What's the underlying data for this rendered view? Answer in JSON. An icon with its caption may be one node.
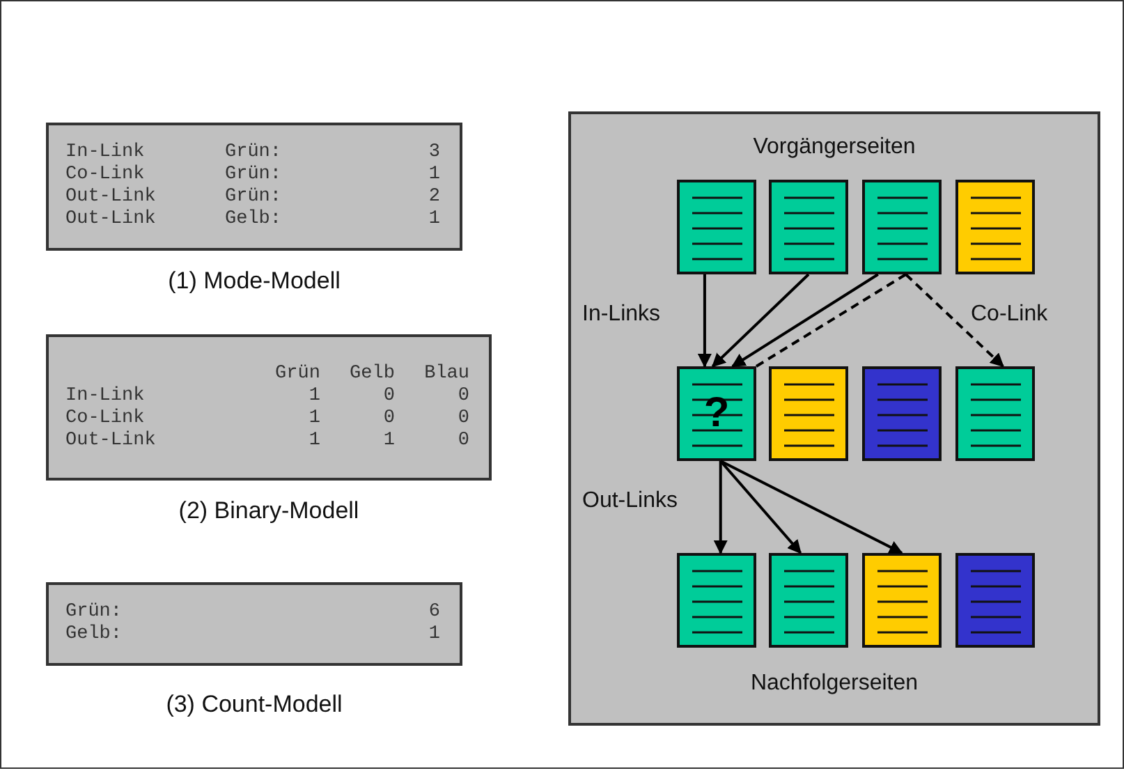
{
  "diagram": {
    "nodes": [
      {
        "text": [
          "In-Link",
          "Grün:",
          "3",
          "Co-Link",
          "Grün:",
          "1",
          "Out-Link",
          "Grün:",
          "2",
          "Out-Link",
          "Gelb:",
          "1"
        ],
        "beside": [
          "(1) Mode-Modell"
        ]
      },
      {
        "text": [
          "Grün",
          "Gelb",
          "Blau",
          "In-Link",
          "1",
          "0",
          "0",
          "Co-Link",
          "1",
          "0",
          "0",
          "Out-Link",
          "1",
          "1",
          "0"
        ],
        "beside": [
          "(2) Binary-Modell"
        ]
      },
      {
        "text": [
          "Grün:",
          "6",
          "Gelb:",
          "1"
        ],
        "beside": [
          "(3) Count-Modell"
        ]
      },
      {
        "text": [
          "Vorgängerseiten",
          "Nachfolgerseiten"
        ]
      },
      {
        "text": [],
        "shape": "document",
        "in": 3
      },
      {
        "text": [],
        "shape": "document",
        "in": 3
      },
      {
        "text": [],
        "shape": "document",
        "in": 3
      },
      {
        "text": [],
        "shape": "document",
        "in": 3
      },
      {
        "text": [
          "?"
        ],
        "in": 3
      },
      {
        "text": [],
        "shape": "document",
        "in": 3
      },
      {
        "text": [],
        "shape": "document",
        "in": 3
      },
      {
        "text": [],
        "shape": "document",
        "in": 3
      },
      {
        "text": [],
        "shape": "document",
        "in": 3
      },
      {
        "text": [],
        "shape": "document",
        "in": 3
      },
      {
        "text": [],
        "shape": "document",
        "in": 3
      },
      {
        "text": [],
        "shape": "document",
        "in": 3
      }
    ],
    "edges": [
      {
        "from": 4,
        "to": 8,
        "arrow": "to"
      },
      {
        "from": 5,
        "to": 8,
        "arrow": "to"
      },
      {
        "from": 6,
        "to": 8,
        "arrow": "to"
      },
      {
        "from": 6,
        "to": 8,
        "arrow": "none",
        "style": "dashed"
      },
      {
        "from": 6,
        "to": 11,
        "arrow": "to",
        "style": "dashed"
      },
      {
        "from": 8,
        "to": 12,
        "arrow": "to"
      },
      {
        "from": 8,
        "to": 13,
        "arrow": "to"
      },
      {
        "from": 8,
        "to": 14,
        "arrow": "to"
      }
    ],
    "labels": [
      "In-Links",
      "Co-Link",
      "Out-Links"
    ]
  }
}
